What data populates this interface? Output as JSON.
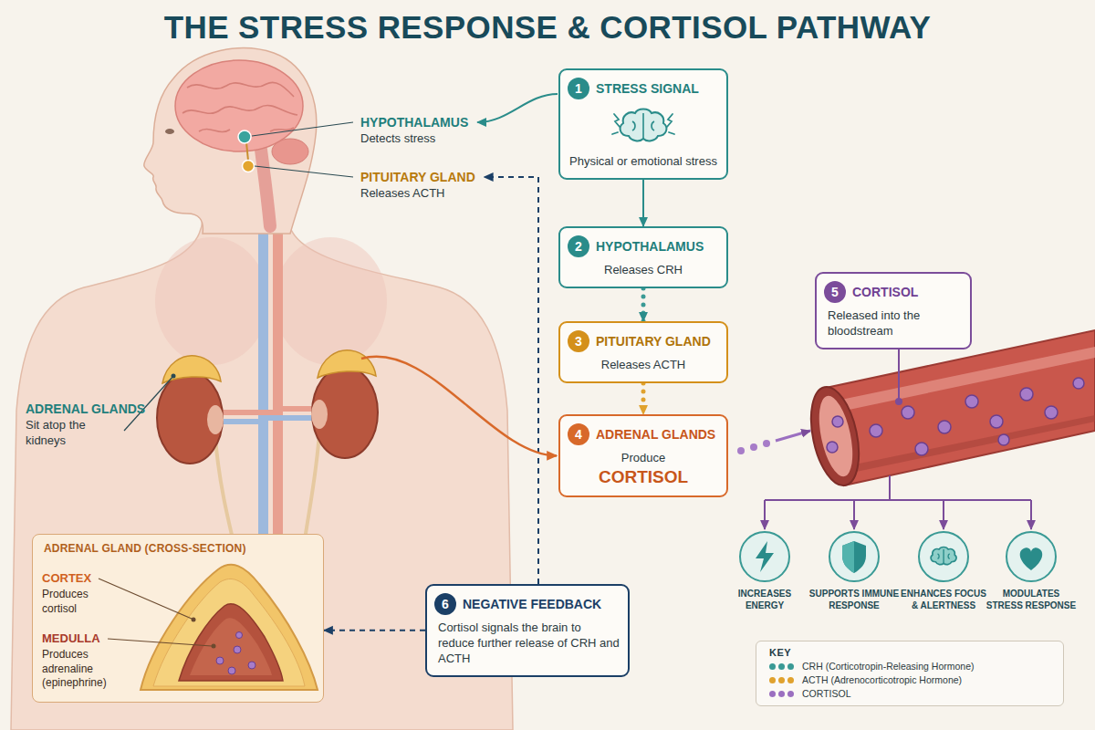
{
  "diagram": {
    "title": "THE STRESS RESPONSE & CORTISOL PATHWAY",
    "nodes": [
      {
        "text": [
          "1",
          "STRESS SIGNAL",
          "Physical or emotional stress"
        ]
      },
      {
        "text": [
          "2",
          "HYPOTHALAMUS",
          "Releases CRH"
        ]
      },
      {
        "text": [
          "3",
          "PITUITARY GLAND",
          "Releases ACTH"
        ]
      },
      {
        "text": [
          "4",
          "ADRENAL GLANDS",
          "Produce",
          "CORTISOL"
        ]
      },
      {
        "text": [
          "5",
          "CORTISOL",
          "Released into the bloodstream"
        ]
      },
      {
        "text": [
          "6",
          "NEGATIVE FEEDBACK",
          "Cortisol signals the brain to reduce further release of CRH and ACTH"
        ]
      },
      {
        "text": [
          "ADRENAL GLAND (CROSS-SECTION)",
          "CORTEX",
          "Produces cortisol",
          "MEDULLA",
          "Produces adrenaline (epinephrine)"
        ]
      },
      {
        "text": [
          "INCREASES ENERGY"
        ]
      },
      {
        "text": [
          "SUPPORTS IMMUNE RESPONSE"
        ]
      },
      {
        "text": [
          "ENHANCES FOCUS & ALERTNESS"
        ]
      },
      {
        "text": [
          "MODULATES STRESS RESPONSE"
        ]
      }
    ],
    "edges": [
      {
        "from": 0,
        "to": 1,
        "arrow": "to"
      },
      {
        "from": 1,
        "to": 2,
        "arrow": "to"
      },
      {
        "from": 2,
        "to": 3,
        "arrow": "to"
      },
      {
        "from": 5,
        "to": 6,
        "arrow": "to"
      }
    ],
    "labels": [
      "HYPOTHALAMUS",
      "Detects stress",
      "PITUITARY GLAND",
      "Releases ACTH",
      "ADRENAL GLANDS",
      "Sit atop the kidneys",
      "KEY"
    ],
    "legend": [
      {
        "text": "CRH (Corticotropin-Releasing Hormone)",
        "color": "#3a9a95"
      },
      {
        "text": "ACTH (Adrenocorticotropic Hormone)",
        "color": "#e0a22e"
      },
      {
        "text": "CORTISOL",
        "color": "#9b6fc0"
      }
    ]
  }
}
